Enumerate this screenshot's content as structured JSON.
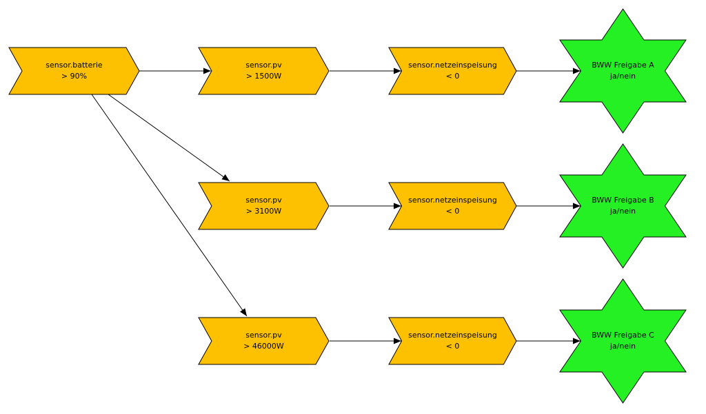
{
  "diagram": {
    "type": "flowchart",
    "background": "#ffffff",
    "colors": {
      "condition_fill": "#fdc101",
      "output_fill": "#24f024",
      "stroke": "#000000",
      "edge": "#000000",
      "text": "#000000"
    },
    "nodes": [
      {
        "id": "sensor-batterie",
        "shape": "chevron",
        "line1": "sensor.batterie",
        "line2": "> 90%"
      },
      {
        "id": "pv-a",
        "shape": "chevron",
        "line1": "sensor.pv",
        "line2": "> 1500W"
      },
      {
        "id": "netz-a",
        "shape": "chevron",
        "line1": "sensor.netzeinspeisung",
        "line2": "< 0"
      },
      {
        "id": "freigabe-a",
        "shape": "star",
        "line1": "BWW Freigabe A",
        "line2": "ja/nein"
      },
      {
        "id": "pv-b",
        "shape": "chevron",
        "line1": "sensor.pv",
        "line2": "> 3100W"
      },
      {
        "id": "netz-b",
        "shape": "chevron",
        "line1": "sensor.netzeinspeisung",
        "line2": "< 0"
      },
      {
        "id": "freigabe-b",
        "shape": "star",
        "line1": "BWW Freigabe B",
        "line2": "ja/nein"
      },
      {
        "id": "pv-c",
        "shape": "chevron",
        "line1": "sensor.pv",
        "line2": "> 46000W"
      },
      {
        "id": "netz-c",
        "shape": "chevron",
        "line1": "sensor.netzeinspeisung",
        "line2": "< 0"
      },
      {
        "id": "freigabe-c",
        "shape": "star",
        "line1": "BWW Freigabe C",
        "line2": "ja/nein"
      }
    ],
    "edges": [
      {
        "from": "sensor-batterie",
        "to": "pv-a"
      },
      {
        "from": "sensor-batterie",
        "to": "pv-b"
      },
      {
        "from": "sensor-batterie",
        "to": "pv-c"
      },
      {
        "from": "pv-a",
        "to": "netz-a"
      },
      {
        "from": "netz-a",
        "to": "freigabe-a"
      },
      {
        "from": "pv-b",
        "to": "netz-b"
      },
      {
        "from": "netz-b",
        "to": "freigabe-b"
      },
      {
        "from": "pv-c",
        "to": "netz-c"
      },
      {
        "from": "netz-c",
        "to": "freigabe-c"
      }
    ]
  }
}
